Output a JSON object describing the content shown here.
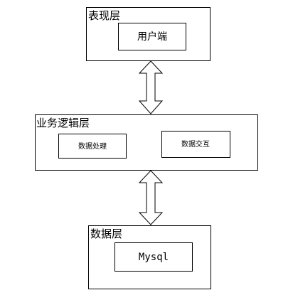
{
  "layers": {
    "presentation": {
      "label": "表现层",
      "module": "用户端"
    },
    "business": {
      "label": "业务逻辑层",
      "modules": [
        "数据处理",
        "数据交互"
      ]
    },
    "data": {
      "label": "数据层",
      "module": "Mysql"
    }
  },
  "colors": {
    "stroke": "#000000",
    "background": "#ffffff"
  }
}
